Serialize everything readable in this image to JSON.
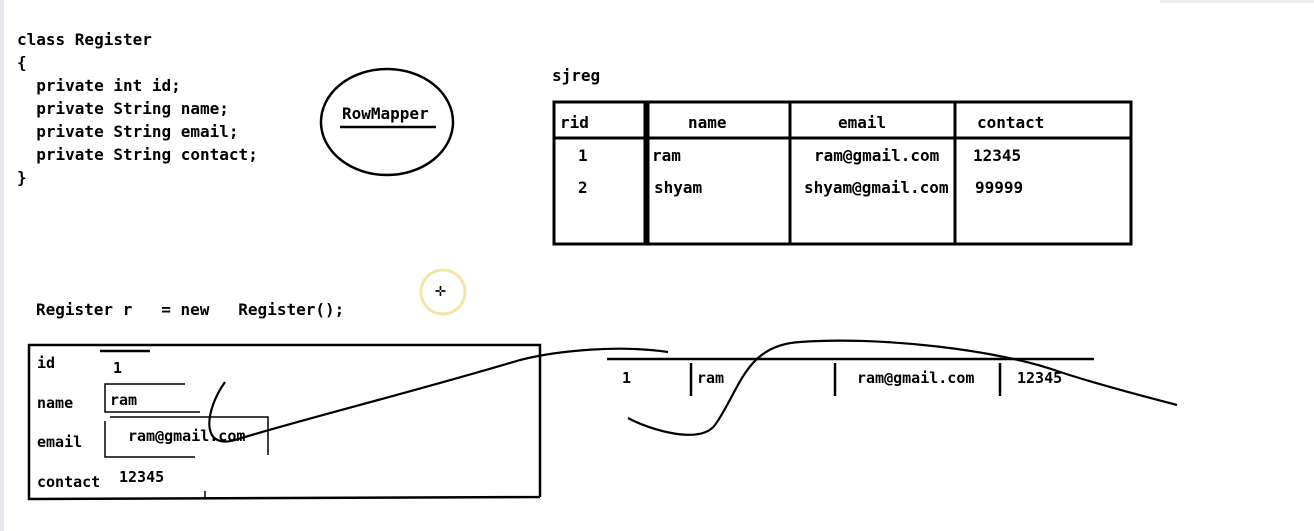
{
  "class_code": {
    "lines": [
      "class Register",
      "{",
      "  private int id;",
      "  private String name;",
      "  private String email;",
      "  private String contact;",
      "}"
    ]
  },
  "rowmapper": {
    "label": "RowMapper"
  },
  "table": {
    "name": "sjreg",
    "headers": [
      "rid",
      "name",
      "email",
      "contact"
    ],
    "rows": [
      [
        "1",
        "ram",
        "ram@gmail.com",
        "12345"
      ],
      [
        "2",
        "shyam",
        "shyam@gmail.com",
        "99999"
      ]
    ]
  },
  "statement": {
    "text": "Register r   = new   Register();"
  },
  "object_box": {
    "fields": [
      {
        "label": "id",
        "value": "1"
      },
      {
        "label": "name",
        "value": "ram"
      },
      {
        "label": "email",
        "value": "ram@gmail.com"
      },
      {
        "label": "contact",
        "value": "12345"
      }
    ]
  },
  "result_row": {
    "values": [
      "1",
      "ram",
      "ram@gmail.com",
      "12345"
    ]
  },
  "cursor": {
    "icon": "move-cursor-icon"
  },
  "colors": {
    "ink": "#000000",
    "cursor_ring": "#f4e6a6"
  }
}
